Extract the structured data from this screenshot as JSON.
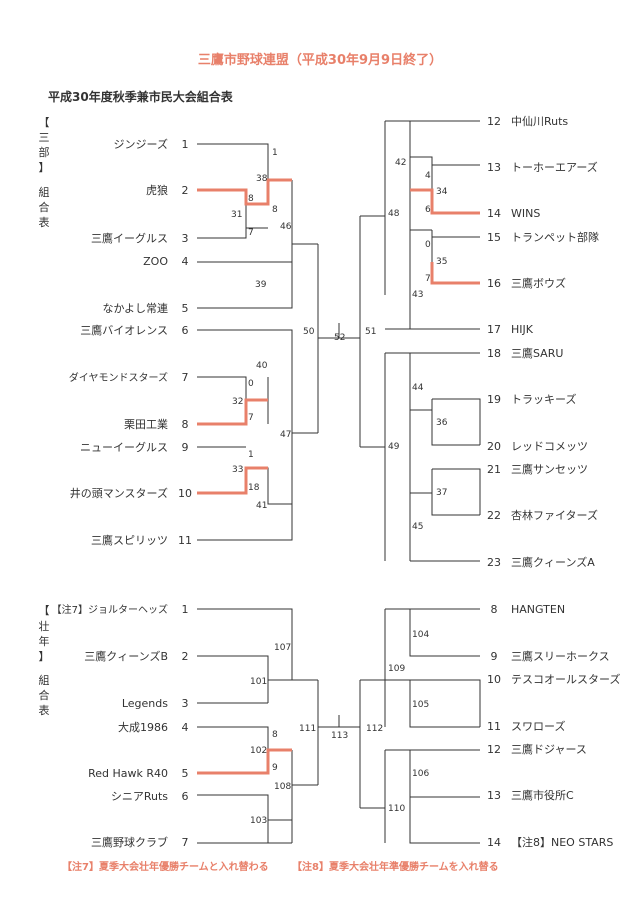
{
  "header": {
    "title": "三鷹市野球連盟（平成30年9月9日終了）",
    "subtitle": "平成30年度秋季兼市民大会組合表"
  },
  "colors": {
    "accent": "#e8806a",
    "line": "#333333"
  },
  "section1": {
    "label_top": "【三部】",
    "label_bottom": "組合表",
    "left_teams": [
      {
        "name": "ジンジーズ",
        "num": "1"
      },
      {
        "name": "虎狼",
        "num": "2"
      },
      {
        "name": "三鷹イーグルス",
        "num": "3"
      },
      {
        "name": "ZOO",
        "num": "4"
      },
      {
        "name": "なかよし常連",
        "num": "5"
      },
      {
        "name": "三鷹バイオレンス",
        "num": "6"
      },
      {
        "name": "ダイヤモンドスターズ",
        "num": "7"
      },
      {
        "name": "栗田工業",
        "num": "8"
      },
      {
        "name": "ニューイーグルス",
        "num": "9"
      },
      {
        "name": "井の頭マンスターズ",
        "num": "10"
      },
      {
        "name": "三鷹スピリッツ",
        "num": "11"
      }
    ],
    "right_teams": [
      {
        "num": "12",
        "name": "中仙川Ruts"
      },
      {
        "num": "13",
        "name": "トーホーエアーズ"
      },
      {
        "num": "14",
        "name": "WINS"
      },
      {
        "num": "15",
        "name": "トランペット部隊"
      },
      {
        "num": "16",
        "name": "三鷹ボウズ"
      },
      {
        "num": "17",
        "name": "HIJK"
      },
      {
        "num": "18",
        "name": "三鷹SARU"
      },
      {
        "num": "19",
        "name": "トラッキーズ"
      },
      {
        "num": "20",
        "name": "レッドコメッツ"
      },
      {
        "num": "21",
        "name": "三鷹サンセッツ"
      },
      {
        "num": "22",
        "name": "杏林ファイターズ"
      },
      {
        "num": "23",
        "name": "三鷹クィーンズA"
      }
    ],
    "labels": {
      "m1": "1",
      "m8a": "8",
      "m8b": "8",
      "m38": "38",
      "m31": "31",
      "m7a": "7",
      "m46": "46",
      "m39": "39",
      "m40": "40",
      "m0a": "0",
      "m32": "32",
      "m7b": "7",
      "m1b": "1",
      "m33": "33",
      "m18": "18",
      "m41": "41",
      "m47": "47",
      "m50": "50",
      "m52": "52",
      "m51": "51",
      "m42": "42",
      "m4": "4",
      "m34": "34",
      "m6": "6",
      "m48": "48",
      "m0b": "0",
      "m35": "35",
      "m7c": "7",
      "m43": "43",
      "m44": "44",
      "m36": "36",
      "m49": "49",
      "m37": "37",
      "m45": "45"
    }
  },
  "section2": {
    "label_top": "【壮年】",
    "label_bottom": "組合表",
    "left_teams": [
      {
        "name": "【注7】ジョルターヘッズ",
        "num": "1"
      },
      {
        "name": "三鷹クィーンズB",
        "num": "2"
      },
      {
        "name": "Legends",
        "num": "3"
      },
      {
        "name": "大成1986",
        "num": "4"
      },
      {
        "name": "Red Hawk R40",
        "num": "5"
      },
      {
        "name": "シニアRuts",
        "num": "6"
      },
      {
        "name": "三鷹野球クラブ",
        "num": "7"
      }
    ],
    "right_teams": [
      {
        "num": "8",
        "name": "HANGTEN"
      },
      {
        "num": "9",
        "name": "三鷹スリーホークス"
      },
      {
        "num": "10",
        "name": "テスコオールスターズ"
      },
      {
        "num": "11",
        "name": "スワローズ"
      },
      {
        "num": "12",
        "name": "三鷹ドジャース"
      },
      {
        "num": "13",
        "name": "三鷹市役所C"
      },
      {
        "num": "14",
        "name": "【注8】NEO STARS"
      }
    ],
    "labels": {
      "m107": "107",
      "m101": "101",
      "m8": "8",
      "m102": "102",
      "m9": "9",
      "m108": "108",
      "m103": "103",
      "m111": "111",
      "m113": "113",
      "m112": "112",
      "m104": "104",
      "m109": "109",
      "m105": "105",
      "m106": "106",
      "m110": "110"
    }
  },
  "notes": {
    "note7": "【注7】夏季大会壮年優勝チームと入れ替わる",
    "note8": "【注8】夏季大会壮年準優勝チームを入れ替る"
  }
}
